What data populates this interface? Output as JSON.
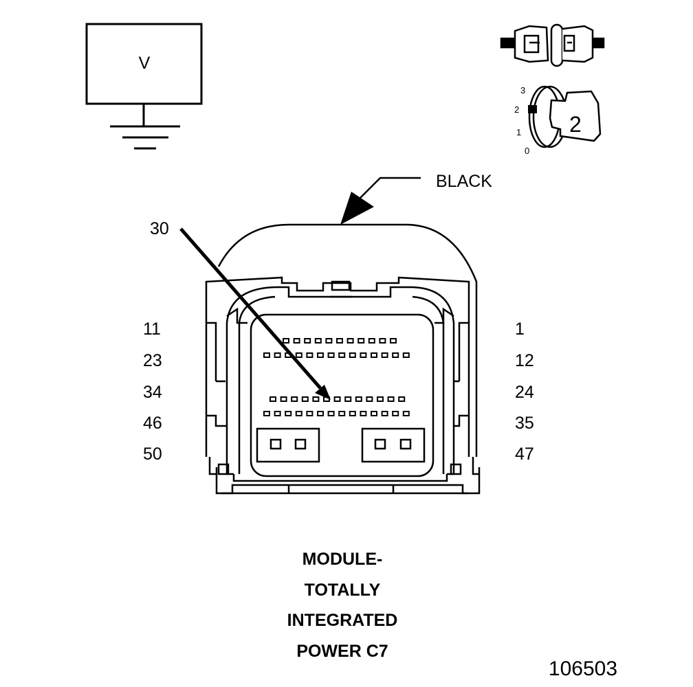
{
  "meter": {
    "symbol": "V"
  },
  "key_switch": {
    "positions": [
      "3",
      "2",
      "1",
      "0"
    ],
    "selected": "2"
  },
  "connector": {
    "color_label": "BLACK",
    "callout_pin": "30",
    "left_pin_labels": [
      "11",
      "23",
      "34",
      "46",
      "50"
    ],
    "right_pin_labels": [
      "1",
      "12",
      "24",
      "35",
      "47"
    ]
  },
  "caption": {
    "lines": [
      "MODULE-",
      "TOTALLY",
      "INTEGRATED",
      "POWER C7"
    ]
  },
  "figure_number": "106503"
}
